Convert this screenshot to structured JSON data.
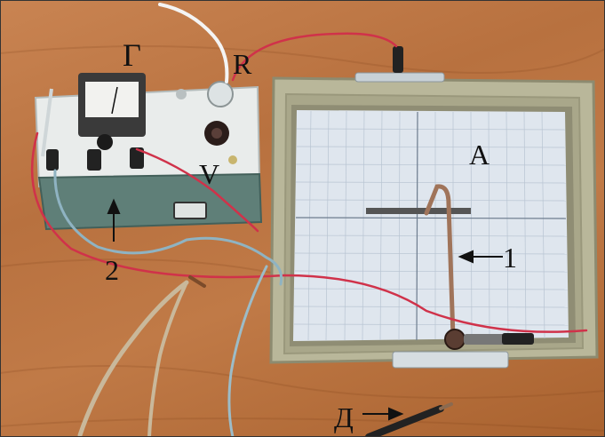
{
  "labels": {
    "galvanometer": "Г",
    "rheostat": "R",
    "voltmeter": "V",
    "paper": "А",
    "probe_rod": "1",
    "power_unit": "2",
    "pointer": "Д"
  },
  "colors": {
    "table": "#c07a47",
    "tray": "#b9b79a",
    "paper": "#dfe6ee",
    "device_body": "#e9eceb",
    "device_base": "#5f7f78",
    "red_wire": "#d0324a",
    "blue_wire": "#8fb3c2"
  }
}
